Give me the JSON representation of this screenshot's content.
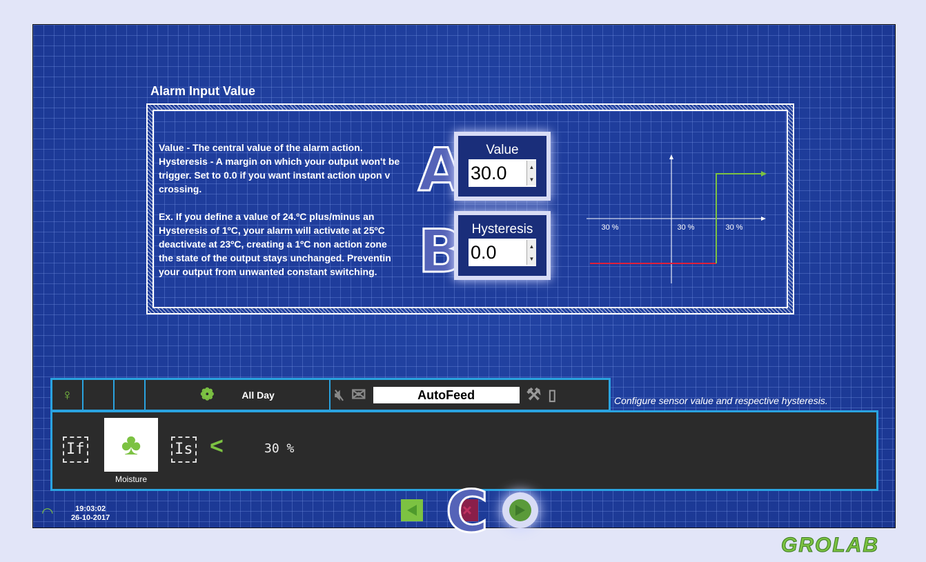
{
  "title": "Alarm Input Value",
  "description": "Value - The central value of the alarm action.\nHysteresis - A margin on which your output won't be\ntrigger. Set to 0.0 if you want instant action upon v\ncrossing.\n\nEx. If you define a value of 24.ºC plus/minus an\nHysteresis of 1ºC, your alarm will activate at 25ºC\ndeactivate at 23ºC, creating a 1ºC non action zone\nthe state of the output stays unchanged. Preventin\nyour output from unwanted constant switching.",
  "value": {
    "label": "Value",
    "value": "30.0",
    "marker": "A"
  },
  "hysteresis": {
    "label": "Hysteresis",
    "value": "0.0",
    "marker": "B"
  },
  "graph": {
    "labels": [
      "30 %",
      "30 %",
      "30 %"
    ]
  },
  "toolbar": {
    "schedule": "All Day",
    "name": "AutoFeed",
    "hint": "Configure sensor value and respective hysteresis."
  },
  "rule": {
    "if": "If",
    "sensor": "Moisture",
    "is": "Is",
    "operator": "<",
    "threshold": "30 %"
  },
  "status": {
    "time": "19:03:02",
    "date": "26-10-2017"
  },
  "nav_marker": "C",
  "logo": "GROLAB"
}
